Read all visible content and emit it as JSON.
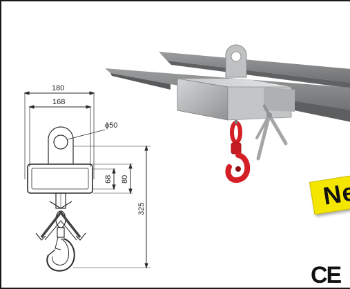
{
  "drawing": {
    "dim_width_outer": "180",
    "dim_width_inner": "168",
    "dim_eye_diameter": "ϕ50",
    "dim_height_68": "68",
    "dim_height_80": "80",
    "dim_total_height": "325"
  },
  "badge": {
    "text": "Ne"
  },
  "certification": {
    "mark": "CE"
  },
  "colors": {
    "badge_yellow": "#f5e600",
    "hook_red": "#d41f26",
    "steel": "#a9acae",
    "fork": "#7d7f80"
  }
}
